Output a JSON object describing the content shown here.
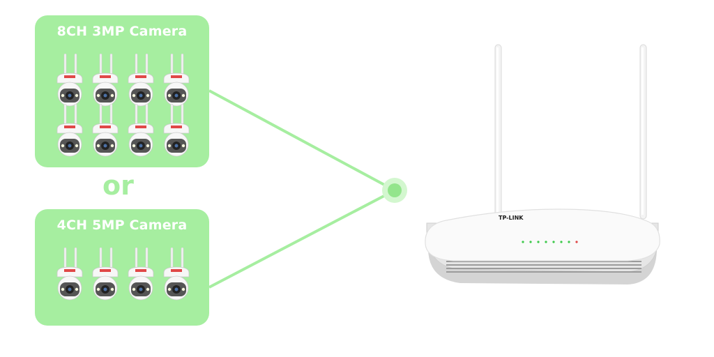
{
  "options": [
    {
      "title": "8CH 3MP Camera",
      "camera_count": 8
    },
    {
      "title": "4CH 5MP Camera",
      "camera_count": 4
    }
  ],
  "or_label": "or",
  "router": {
    "brand": "TP-LINK",
    "led_count": 8
  },
  "colors": {
    "panel_green": "#a6eea0",
    "line_green": "#a6eea0",
    "node_fill": "#d3f7cf",
    "node_core": "#93e58c",
    "white": "#ffffff"
  },
  "icons": [
    "ptz-camera-icon",
    "wifi-nvr-router-icon"
  ]
}
